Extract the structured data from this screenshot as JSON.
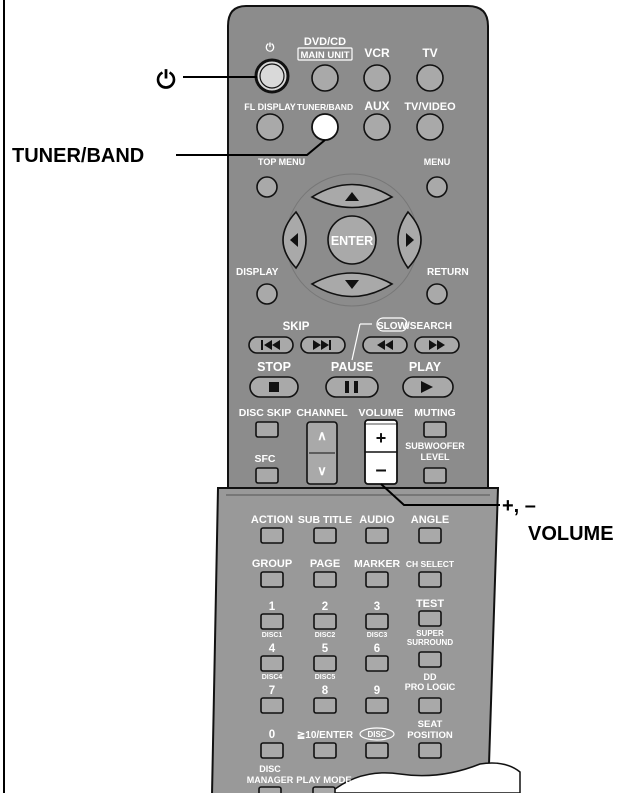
{
  "callouts": {
    "power_symbol": "⏻",
    "tuner_band": "TUNER/BAND",
    "volume_signs": "+, –",
    "volume_word": "VOLUME"
  },
  "remote": {
    "top_row": {
      "power": "⏻",
      "dvdcd_line1": "DVD/CD",
      "dvdcd_line2": "MAIN UNIT",
      "vcr": "VCR",
      "tv": "TV"
    },
    "second_row": {
      "fl_display": "FL DISPLAY",
      "tuner_band": "TUNER/BAND",
      "aux": "AUX",
      "tv_video": "TV/VIDEO"
    },
    "nav": {
      "top_menu": "TOP MENU",
      "menu": "MENU",
      "enter": "ENTER",
      "display": "DISPLAY",
      "return": "RETURN"
    },
    "transport": {
      "skip": "SKIP",
      "slow": "SLOW",
      "search": "/SEARCH",
      "stop": "STOP",
      "pause": "PAUSE",
      "play": "PLAY"
    },
    "volume_area": {
      "disc_skip": "DISC SKIP",
      "channel": "CHANNEL",
      "volume": "VOLUME",
      "muting": "MUTING",
      "plus": "+",
      "minus": "–",
      "channel_up": "∧",
      "channel_down": "∨",
      "sfc": "SFC",
      "subwoofer_line1": "SUBWOOFER",
      "subwoofer_line2": "LEVEL"
    },
    "lower": {
      "action": "ACTION",
      "sub_title": "SUB TITLE",
      "audio": "AUDIO",
      "angle": "ANGLE",
      "group": "GROUP",
      "page": "PAGE",
      "marker": "MARKER",
      "ch_select": "CH SELECT",
      "n1": "1",
      "n2": "2",
      "n3": "3",
      "test": "TEST",
      "disc1": "DISC1",
      "disc2": "DISC2",
      "disc3": "DISC3",
      "super_surround_1": "SUPER",
      "super_surround_2": "SURROUND",
      "n4": "4",
      "n5": "5",
      "n6": "6",
      "disc4": "DISC4",
      "disc5": "DISC5",
      "pro_logic_1": "DD",
      "pro_logic_2": "PRO LOGIC",
      "n7": "7",
      "n8": "8",
      "n9": "9",
      "n0": "0",
      "ten_enter": "≧10/ENTER",
      "disc_oval": "DISC",
      "seat_1": "SEAT",
      "seat_2": "POSITION",
      "disc_manager_1": "DISC",
      "disc_manager_2": "MANAGER",
      "play_mode": "PLAY MODE"
    }
  },
  "colors": {
    "body": "#8c8c8c",
    "body_lower": "#999999",
    "button_fill": "#a9a9a9",
    "power_button_fill": "#d9d9d9",
    "label_text": "#ffffff",
    "outline": "#111111"
  }
}
